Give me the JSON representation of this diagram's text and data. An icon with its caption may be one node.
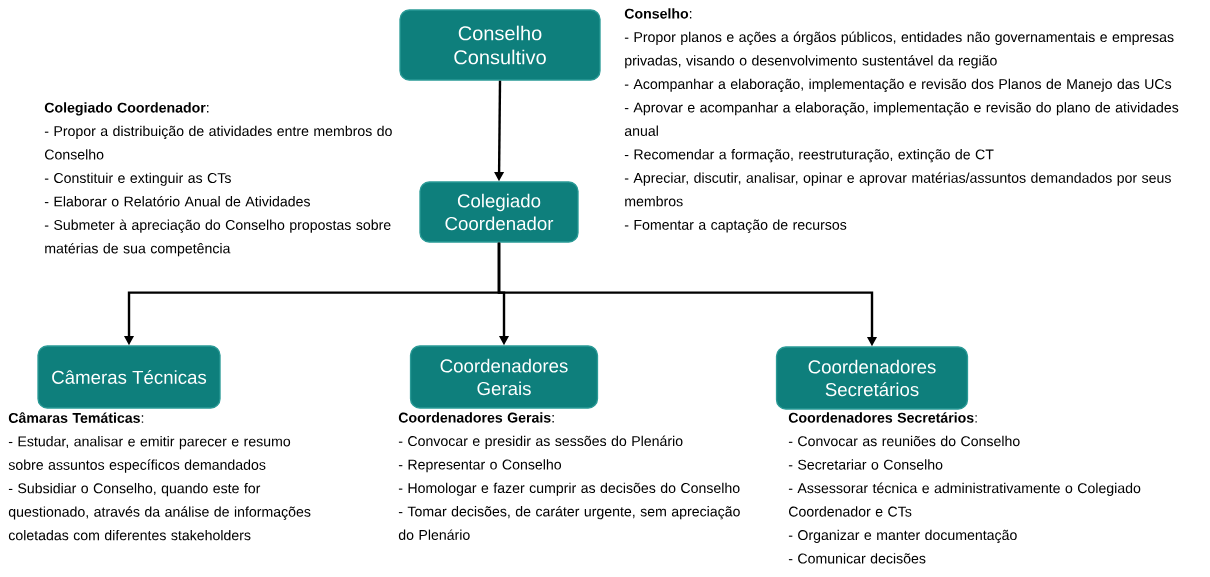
{
  "diagram": {
    "nodes": [
      {
        "text": [
          "Conselho Consultivo"
        ],
        "beside": [
          "**Conselho**:",
          "- Propor planos e ações a órgãos públicos, entidades não governamentais e empresas privadas, visando o desenvolvimento sustentável da região",
          "- Acompanhar a elaboração, implementação e revisão dos Planos de Manejo das UCs",
          "- Aprovar e acompanhar a elaboração, implementação e revisão do plano de atividades anual",
          "- Recomendar a formação, reestruturação, extinção de CT",
          "- Apreciar, discutir, analisar, opinar e aprovar matérias/assuntos demandados por seus membros",
          "- Fomentar a captação de recursos"
        ]
      },
      {
        "text": [
          "Colegiado Coordenador"
        ],
        "beside": [
          "**Colegiado Coordenador**:",
          "- Propor a distribuição de atividades entre membros do Conselho",
          "- Constituir e extinguir as CTs",
          "- Elaborar o Relatório Anual de Atividades",
          "- Submeter à apreciação do Conselho propostas sobre matérias de sua competência"
        ]
      },
      {
        "text": [
          "Câmeras Técnicas"
        ],
        "beside": [
          "**Câmaras Temáticas**:",
          "- Estudar, analisar e emitir parecer e resumo sobre assuntos específicos demandados",
          "- Subsidiar o Conselho, quando este for questionado, através da análise de informações coletadas com diferentes stakeholders"
        ]
      },
      {
        "text": [
          "Coordenadores Gerais"
        ],
        "beside": [
          "**Coordenadores Gerais**:",
          "- Convocar e presidir as sessões do Plenário",
          "- Representar o Conselho",
          "- Homologar e fazer cumprir as decisões do Conselho",
          "- Tomar decisões, de caráter urgente, sem apreciação do Plenário"
        ]
      },
      {
        "text": [
          "Coordenadores Secretários"
        ],
        "beside": [
          "**Coordenadores Secretários**:",
          "- Convocar as reuniões do Conselho",
          "- Secretariar o Conselho",
          "- Assessorar técnica e administrativamente o Colegiado Coordenador e CTs",
          "- Organizar e manter documentação",
          "- Comunicar decisões"
        ]
      }
    ],
    "edges": [
      {
        "from": 0,
        "to": 1,
        "arrow": "to"
      },
      {
        "from": 1,
        "to": 2,
        "arrow": "to"
      },
      {
        "from": 1,
        "to": 3,
        "arrow": "to"
      },
      {
        "from": 1,
        "to": 4,
        "arrow": "to"
      }
    ]
  }
}
